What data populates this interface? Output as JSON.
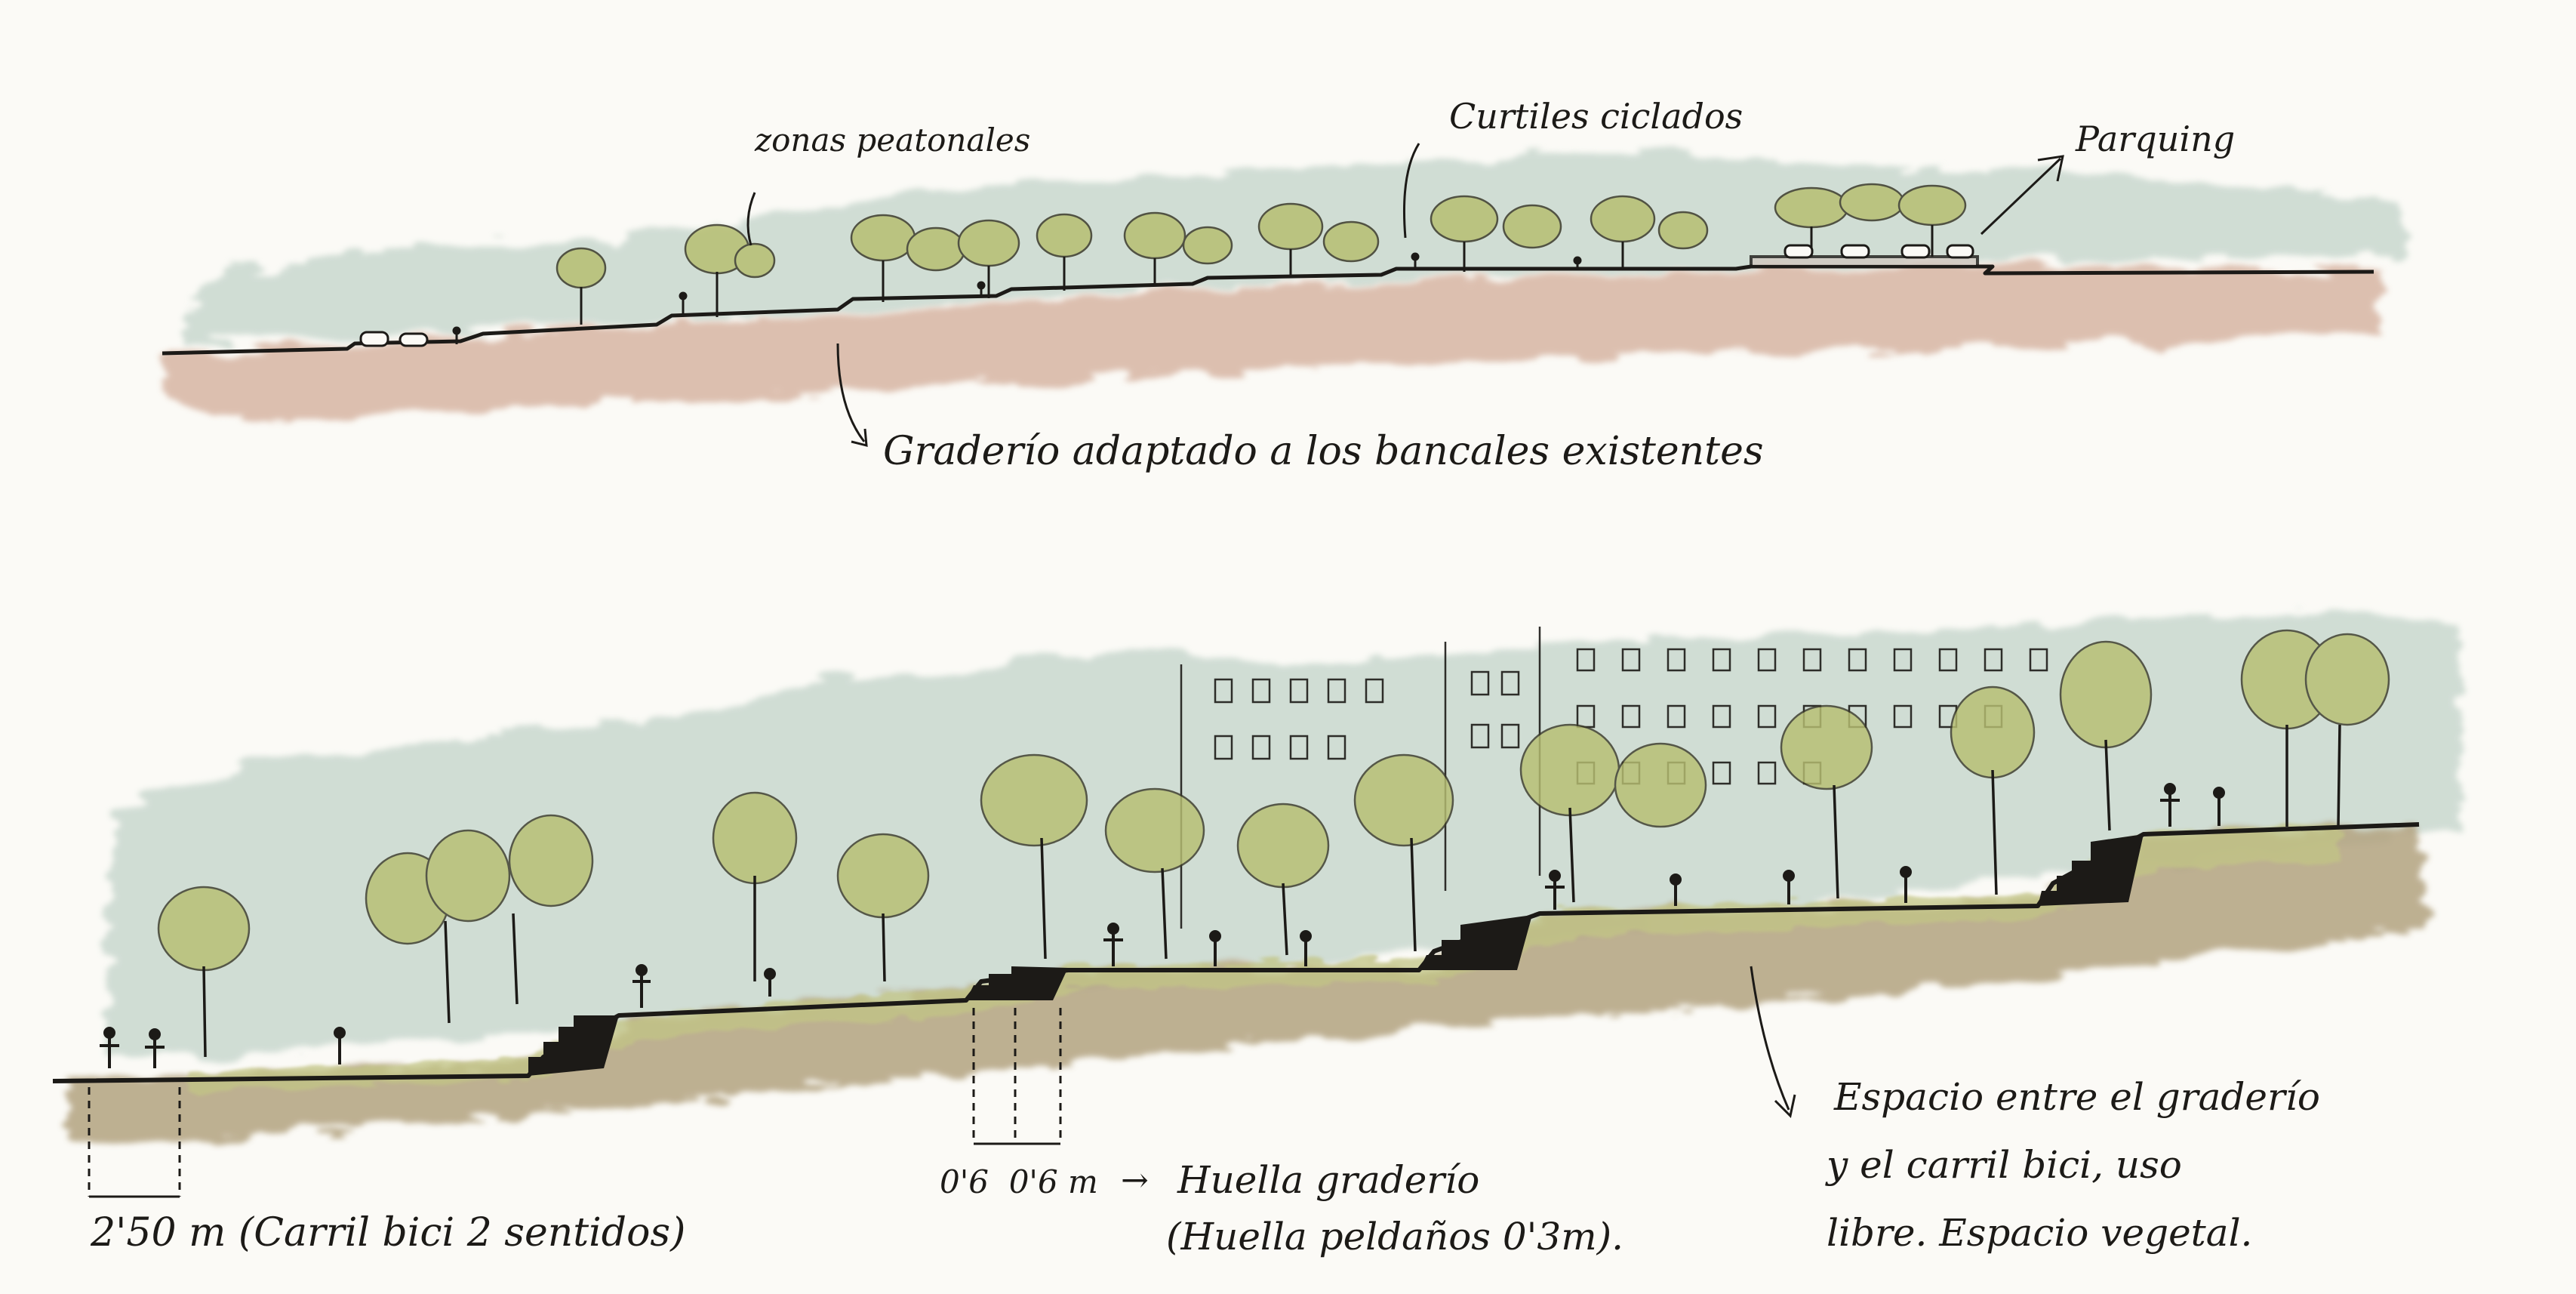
{
  "section_top": {
    "labels": {
      "pedestrian": "zonas peatonales",
      "cycle_courtyards": "Curtiles ciclados",
      "parking": "Parquing",
      "stands": "Graderío adaptado a los bancales existentes"
    }
  },
  "section_bottom": {
    "labels": {
      "bike_lane": "2'50 m (Carril bici 2 sentidos)",
      "tread_dims": "0'6  0'6 m",
      "tread_arrow": "→",
      "tread_label": "Huella graderío",
      "tread_note": "(Huella peldaños 0'3m).",
      "space_line1": "Espacio entre el graderío",
      "space_line2": "y el carril bici, uso",
      "space_line3": "libre. Espacio vegetal."
    }
  },
  "colors": {
    "sky_wash": "#c9d8cf",
    "ground_wash_top": "#d9b9a8",
    "ground_wash_bottom": "#b5a684",
    "foliage": "#b7bf72",
    "ink": "#1c1a17",
    "paper": "#fbfaf6"
  }
}
